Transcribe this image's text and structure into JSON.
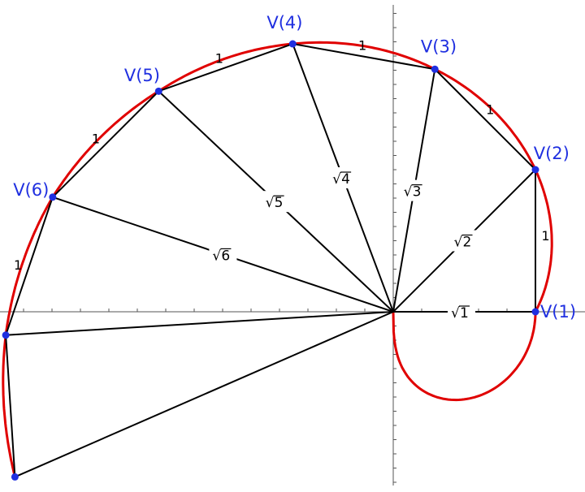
{
  "diagram": {
    "vertices": [
      {
        "label": "V(1)",
        "x": 1,
        "y": 0
      },
      {
        "label": "V(2)",
        "x": 1,
        "y": 1
      },
      {
        "label": "V(3)",
        "x": 0.2929,
        "y": 1.7071
      },
      {
        "label": "V(4)",
        "x": -0.7071,
        "y": 1.8856
      },
      {
        "label": "V(5)",
        "x": -1.6498,
        "y": 1.5522
      },
      {
        "label": "V(6)",
        "x": -2.3953,
        "y": 0.8068
      },
      {
        "label": "",
        "x": -2.7251,
        "y": -0.1645
      },
      {
        "label": "",
        "x": -2.6606,
        "y": -1.1624
      }
    ],
    "edge_labels": [
      "1",
      "1",
      "1",
      "1",
      "1",
      "1"
    ],
    "radius_labels": [
      {
        "radicand": "1"
      },
      {
        "radicand": "2"
      },
      {
        "radicand": "3"
      },
      {
        "radicand": "4"
      },
      {
        "radicand": "5"
      },
      {
        "radicand": "6"
      }
    ],
    "colors": {
      "spiral": "#e00000",
      "vertex": "#1f2fe0",
      "segments": "#000000",
      "axes": "#555555"
    }
  }
}
